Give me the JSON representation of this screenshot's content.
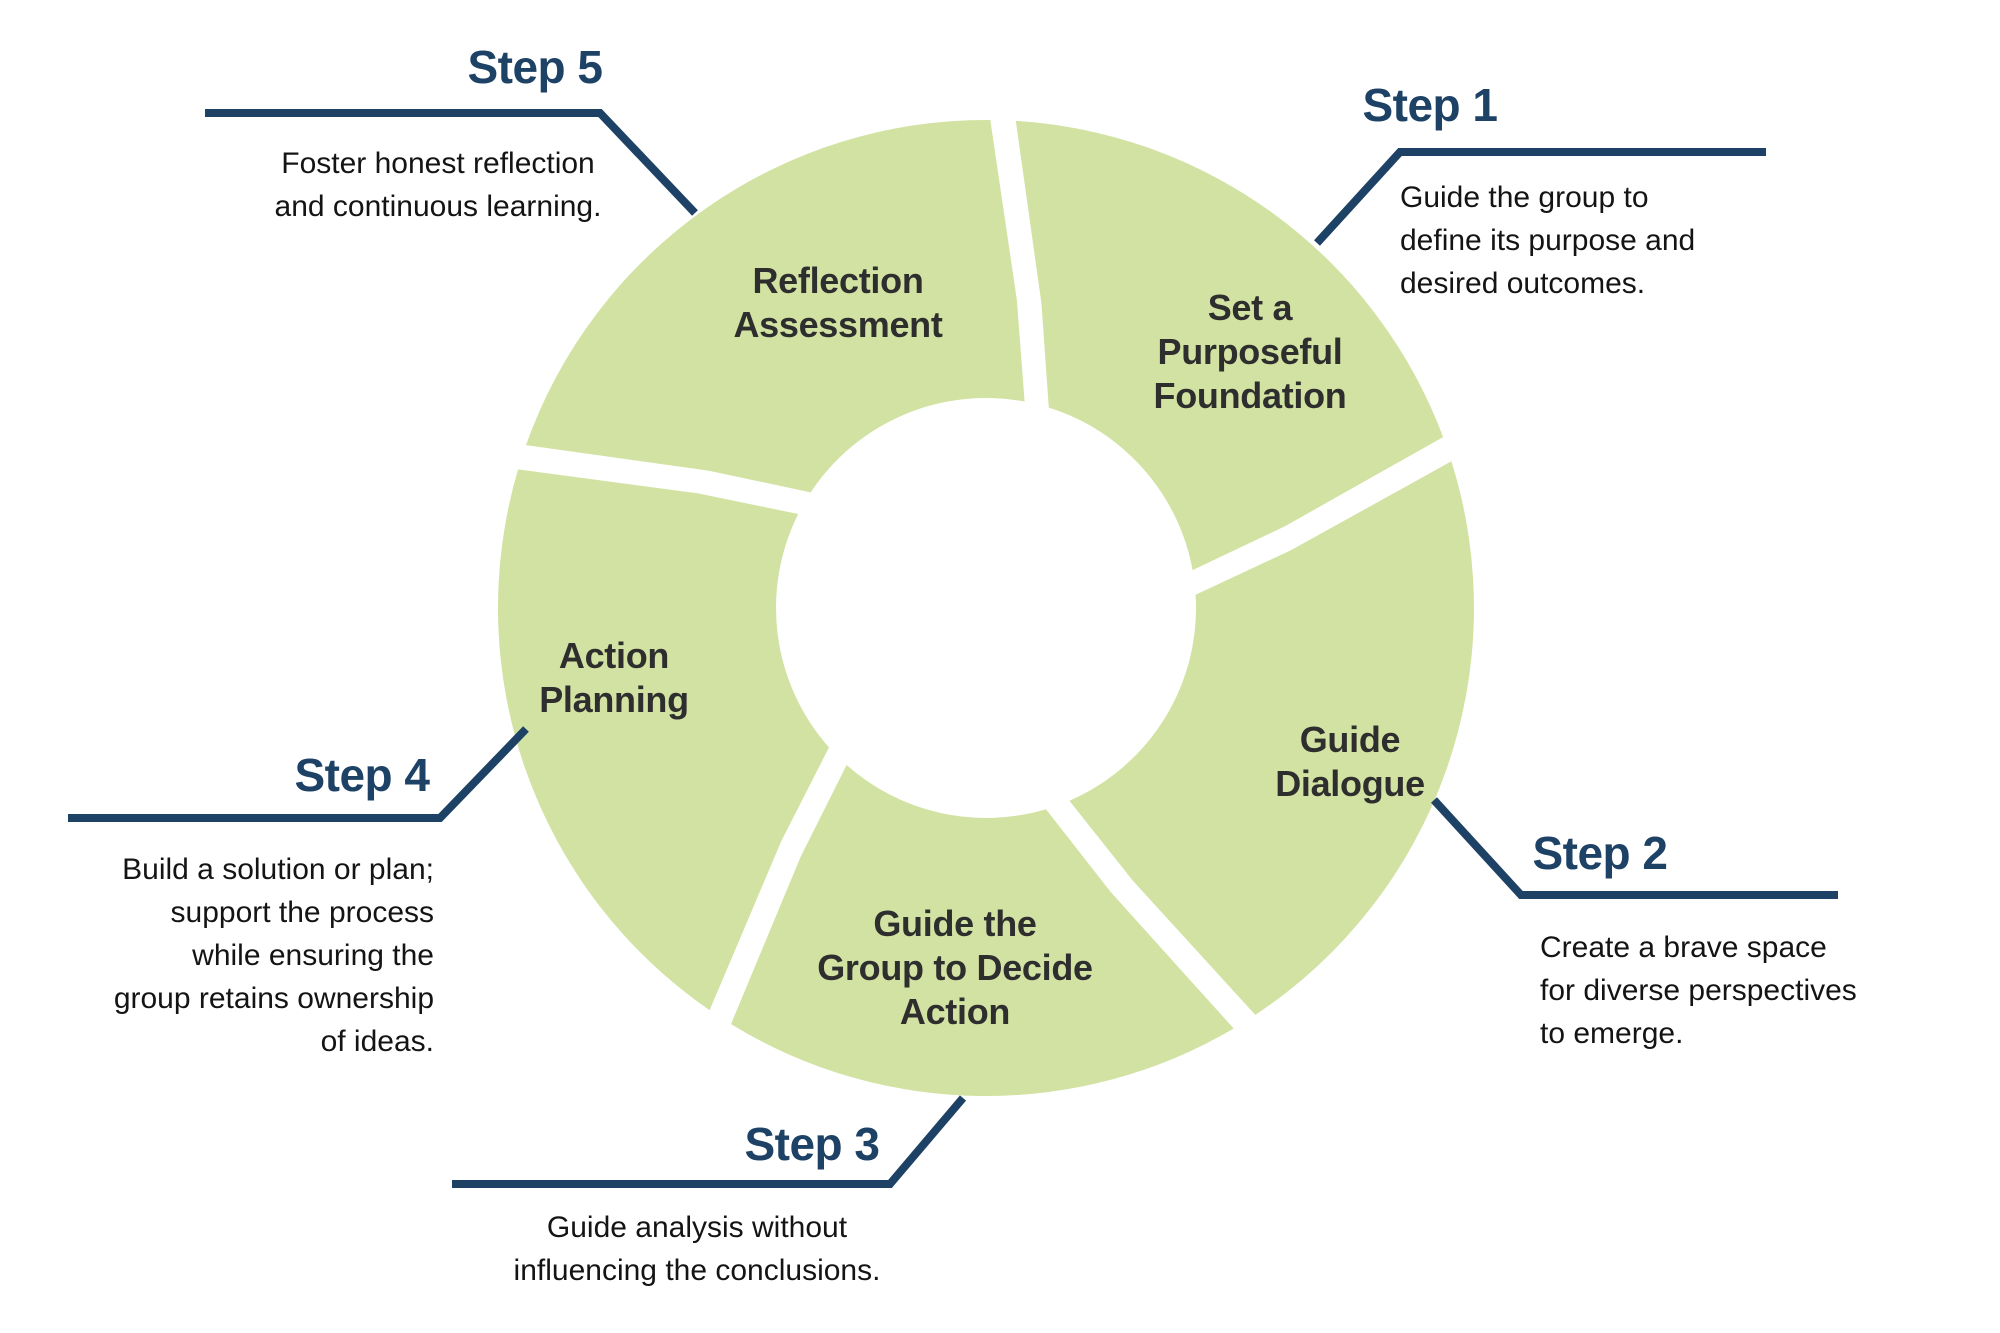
{
  "diagram": {
    "type": "cycle",
    "colors": {
      "segment_green": "#d2e2a2",
      "accent_navy": "#1d4266",
      "segment_label_text": "#2e2e2e",
      "description_text": "#141414",
      "background": "#ffffff"
    },
    "steps": [
      {
        "label": "Step 1",
        "segment_title": "Set a\nPurposeful\nFoundation",
        "description": "Guide the group to define its purpose and desired outcomes."
      },
      {
        "label": "Step 2",
        "segment_title": "Guide\nDialogue",
        "description": "Create a brave space for diverse perspectives to emerge."
      },
      {
        "label": "Step 3",
        "segment_title": "Guide the\nGroup to Decide\nAction",
        "description": "Guide analysis without influencing the conclusions."
      },
      {
        "label": "Step 4",
        "segment_title": "Action\nPlanning",
        "description": "Build a solution or plan; support the process while ensuring the group retains ownership of ideas."
      },
      {
        "label": "Step 5",
        "segment_title": "Reflection\nAssessment",
        "description": "Foster honest reflection and continuous learning."
      }
    ]
  }
}
